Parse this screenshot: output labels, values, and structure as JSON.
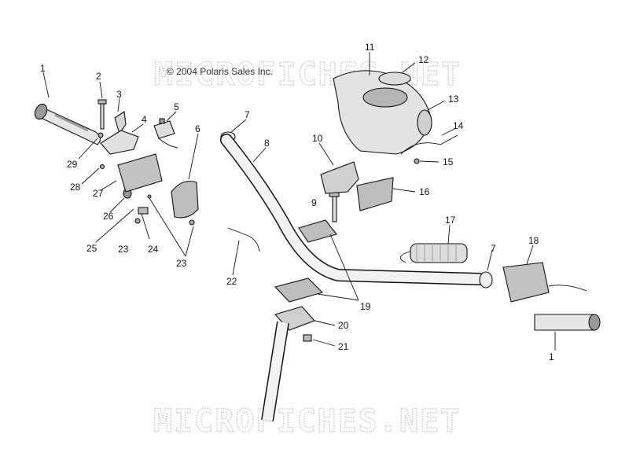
{
  "copyright": "© 2004 Polaris Sales Inc.",
  "watermarks": [
    "MICROFICHES.NET",
    "MICROFICHES.NET"
  ],
  "callouts": [
    "1",
    "2",
    "3",
    "4",
    "5",
    "6",
    "7",
    "8",
    "9",
    "10",
    "11",
    "12",
    "13",
    "14",
    "15",
    "16",
    "17",
    "7",
    "18",
    "1",
    "19",
    "20",
    "21",
    "22",
    "23",
    "23",
    "24",
    "25",
    "26",
    "27",
    "28",
    "29"
  ],
  "colors": {
    "ink": "#111111",
    "part_fill": "#e6e6e6",
    "part_shade": "#9a9a9a",
    "watermark": "#c8c8c8"
  }
}
